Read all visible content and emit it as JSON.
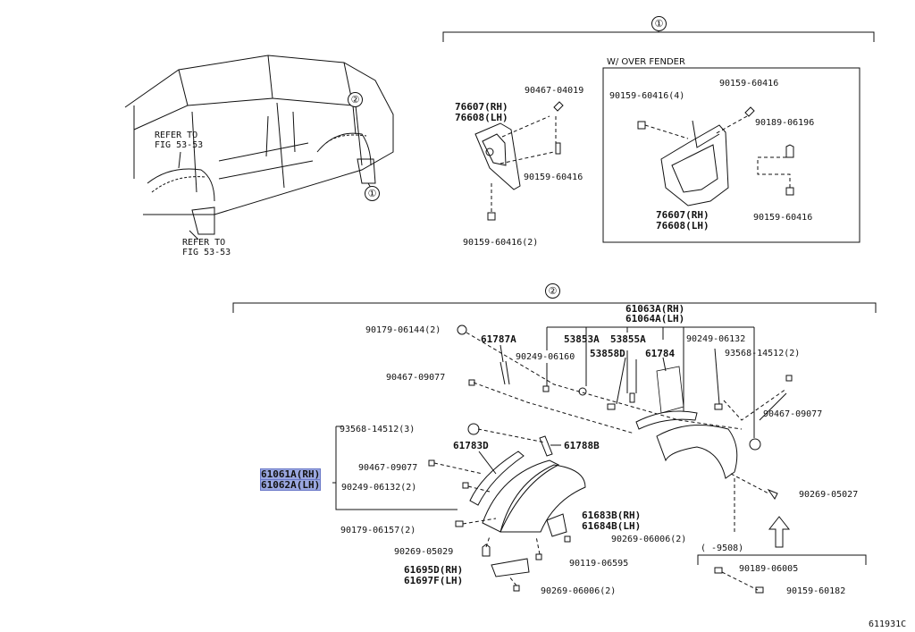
{
  "callouts": {
    "one": "①",
    "two": "②"
  },
  "refer_to_fig": "REFER TO\nFIG 53-53",
  "over_fender_header": "W/ OVER FENDER",
  "diagram_code": "611931C",
  "group1": {
    "labels": [
      {
        "text": "90467-04019",
        "b": false
      },
      {
        "text": "76607(RH)",
        "b": true
      },
      {
        "text": "76608(LH)",
        "b": true
      },
      {
        "text": "90159-60416",
        "b": false
      },
      {
        "text": "90159-60416(2)",
        "b": false
      }
    ]
  },
  "over_fender": {
    "labels": [
      {
        "text": "90159-60416(4)",
        "b": false
      },
      {
        "text": "90159-60416",
        "b": false
      },
      {
        "text": "90189-06196",
        "b": false
      },
      {
        "text": "76607(RH)",
        "b": true
      },
      {
        "text": "76608(LH)",
        "b": true
      },
      {
        "text": "90159-60416",
        "b": false
      }
    ]
  },
  "group2": {
    "labels": [
      {
        "text": "61063A(RH)",
        "b": true
      },
      {
        "text": "61064A(LH)",
        "b": true
      },
      {
        "text": "90179-06144(2)",
        "b": false
      },
      {
        "text": "61787A",
        "b": true
      },
      {
        "text": "53853A",
        "b": true
      },
      {
        "text": "53855A",
        "b": true
      },
      {
        "text": "90249-06132",
        "b": false
      },
      {
        "text": "90249-06160",
        "b": false
      },
      {
        "text": "53858D",
        "b": true
      },
      {
        "text": "61784",
        "b": true
      },
      {
        "text": "93568-14512(2)",
        "b": false
      },
      {
        "text": "90467-09077",
        "b": false
      },
      {
        "text": "90467-09077",
        "b": false
      },
      {
        "text": "93568-14512(3)",
        "b": false
      },
      {
        "text": "61783D",
        "b": true
      },
      {
        "text": "61788B",
        "b": true
      },
      {
        "text": "61061A(RH)",
        "b": true
      },
      {
        "text": "61062A(LH)",
        "b": true
      },
      {
        "text": "90467-09077",
        "b": false
      },
      {
        "text": "90249-06132(2)",
        "b": false
      },
      {
        "text": "90269-05027",
        "b": false
      },
      {
        "text": "90179-06157(2)",
        "b": false
      },
      {
        "text": "61683B(RH)",
        "b": true
      },
      {
        "text": "61684B(LH)",
        "b": true
      },
      {
        "text": "90269-06006(2)",
        "b": false
      },
      {
        "text": "90269-05029",
        "b": false
      },
      {
        "text": "90119-06595",
        "b": false
      },
      {
        "text": "61695D(RH)",
        "b": true
      },
      {
        "text": "61697F(LH)",
        "b": true
      },
      {
        "text": "90269-06006(2)",
        "b": false
      },
      {
        "text": "( -9508)",
        "b": false
      },
      {
        "text": "90189-06005",
        "b": false
      },
      {
        "text": "90159-60182",
        "b": false
      }
    ]
  },
  "highlight_color": "#9aa7e0",
  "line_color": "#111111"
}
